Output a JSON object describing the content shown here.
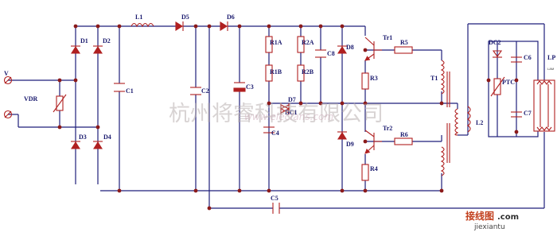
{
  "labels": {
    "v": "V",
    "vdr": "VDR",
    "d1": "D1",
    "d2": "D2",
    "d3": "D3",
    "d4": "D4",
    "l1": "L1",
    "d5": "D5",
    "d6": "D6",
    "c1": "C1",
    "c2": "C2",
    "c3": "C3",
    "c4": "C4",
    "c5": "C5",
    "r1a": "R1A",
    "r1b": "R1B",
    "r2a": "R2A",
    "r2b": "R2B",
    "c8": "C8",
    "d7": "D7",
    "dc1": "DC1",
    "d8": "D8",
    "d9": "D9",
    "tr1": "Tr1",
    "tr2": "Tr2",
    "r3": "R3",
    "r4": "R4",
    "r5": "R5",
    "r6": "R6",
    "t1": "T1",
    "l2": "L2",
    "dc2": "DC2",
    "c6": "C6",
    "c7": "C7",
    "ptc": "PTC",
    "lp": "LP",
    "lamp": "LAM"
  },
  "watermark": {
    "company": "杭州将睿科技有限公司",
    "url": "www.elecfans.com"
  },
  "site_logo": {
    "name": "接线图",
    "domain": ".com",
    "url": "jiexiantu"
  },
  "colors": {
    "wire": "#1f1f7a",
    "node": "#8b1a1a",
    "component": "#b02020"
  }
}
